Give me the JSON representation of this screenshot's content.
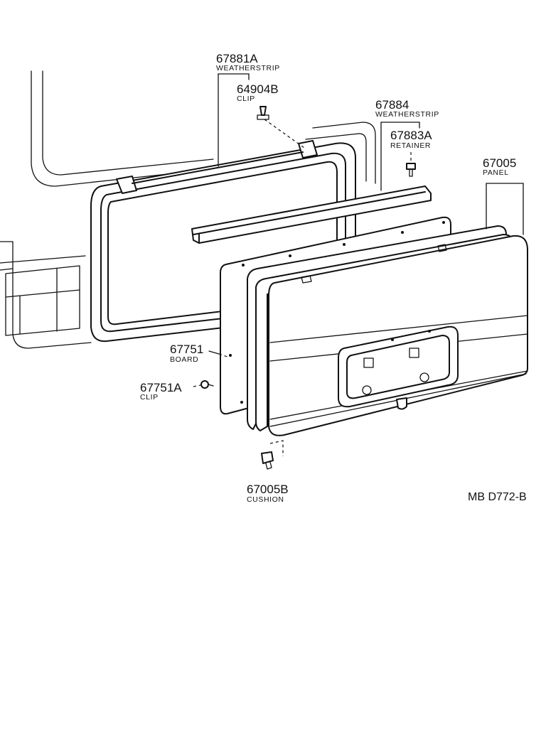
{
  "parts": [
    {
      "number": "67881A",
      "name": "WEATHERSTRIP"
    },
    {
      "number": "64904B",
      "name": "CLIP"
    },
    {
      "number": "67884",
      "name": "WEATHERSTRIP"
    },
    {
      "number": "67883A",
      "name": "RETAINER"
    },
    {
      "number": "67005",
      "name": "PANEL"
    },
    {
      "number": "67751",
      "name": "BOARD"
    },
    {
      "number": "67751A",
      "name": "CLIP"
    },
    {
      "number": "67005B",
      "name": "CUSHION"
    }
  ],
  "diagram_code": "MB D772-B"
}
